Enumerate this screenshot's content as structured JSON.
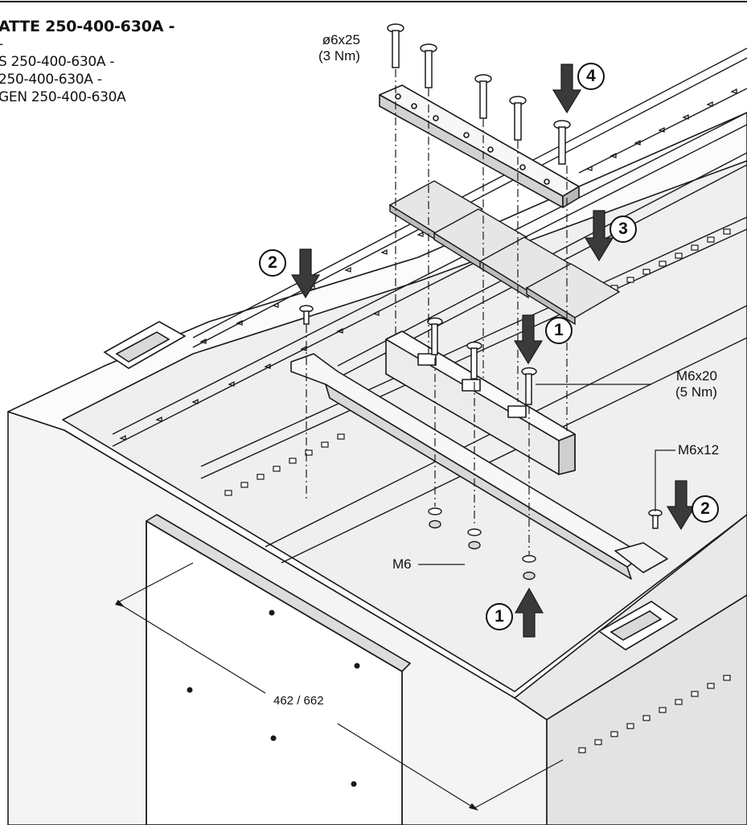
{
  "title_lines": [
    "ATTE 250-400-630A -",
    "-",
    "S 250-400-630A -",
    "250-400-630A -",
    "GEN 250-400-630A"
  ],
  "labels": {
    "screw_top": [
      "ø6x25",
      "(3 Nm)"
    ],
    "screw_mid": [
      "M6x20",
      "(5 Nm)"
    ],
    "screw_side": "M6x12",
    "nut": "M6",
    "dimension": "462 / 662"
  },
  "steps": {
    "step_1a": "1",
    "step_1b": "1",
    "step_2a": "2",
    "step_2b": "2",
    "step_3": "3",
    "step_4": "4"
  },
  "colors": {
    "line": "#1a1a1a",
    "fill_light": "#f2f2f2",
    "fill_mid": "#e2e2e2",
    "fill_dark": "#c8c8c8",
    "arrow": "#3a3a3a"
  }
}
